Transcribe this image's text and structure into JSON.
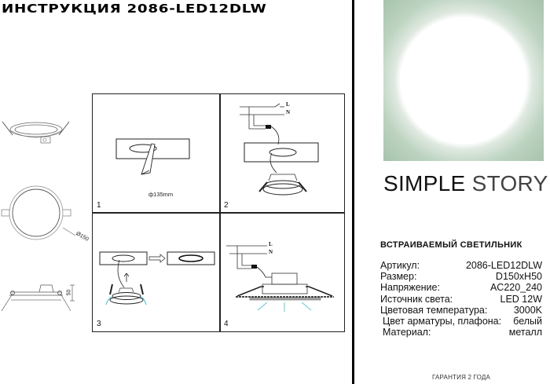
{
  "header": {
    "title": "ИНСТРУКЦИЯ 2086-LED12DLW"
  },
  "brand": {
    "part1": "SIMPLE",
    "part2": "STORY"
  },
  "product": {
    "type": "ВСТРАИВАЕМЫЙ СВЕТИЛЬНИК",
    "specs": [
      {
        "label": "Артикул:",
        "value": "2086-LED12DLW"
      },
      {
        "label": "Размер:",
        "value": "D150xH50"
      },
      {
        "label": "Напряжение:",
        "value": "AC220_240"
      },
      {
        "label": "Источник света:",
        "value": "LED 12W"
      },
      {
        "label": "Цветовая температура:",
        "value": "3000K"
      },
      {
        "label": "Цвет арматуры, плафона:",
        "value": "белый"
      },
      {
        "label": "Материал:",
        "value": "металл"
      }
    ]
  },
  "warranty": "ГАРАНТИЯ 2 ГОДА",
  "drawings": {
    "top_view_dimension": "Ø150",
    "side_view_dimension": "50"
  },
  "steps": [
    {
      "number": "1",
      "annotation": "ф135mm"
    },
    {
      "number": "2",
      "wire_labels": [
        "L",
        "N"
      ]
    },
    {
      "number": "3"
    },
    {
      "number": "4",
      "wire_labels": [
        "L",
        "N"
      ]
    }
  ],
  "colors": {
    "hero_green": "#9fbea4",
    "accent_cyan": "#5bc7d3"
  }
}
